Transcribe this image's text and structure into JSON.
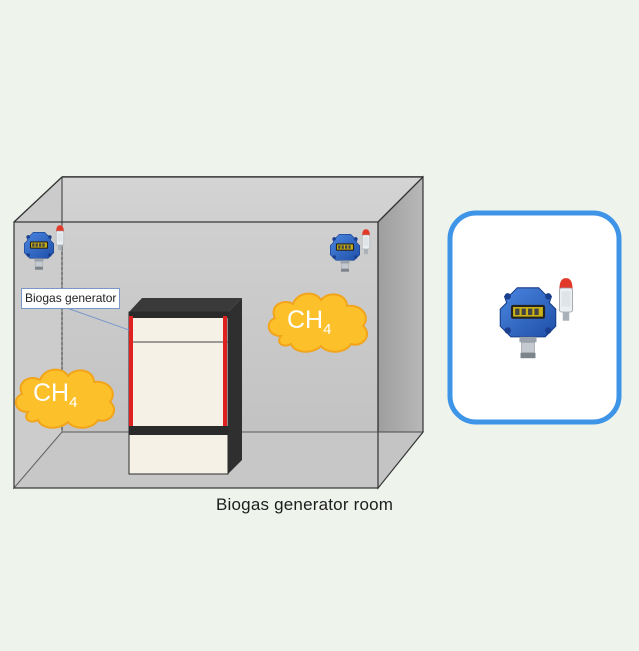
{
  "labels": {
    "generator_callout": "Biogas generator",
    "room_caption": "Biogas generator room",
    "gas_formula_base": "CH",
    "gas_formula_sub": "4"
  },
  "colors": {
    "background": "#eef3ec",
    "room_wall": "#c8c8c8",
    "cloud_fill": "#fcc12a",
    "cloud_stroke": "#f2a41a",
    "highlight_frame": "#3e95e8",
    "detector_body": "#2a63c4",
    "generator_accent": "#e02121"
  },
  "icons": [
    "gas-detector-icon",
    "alarm-beacon-icon",
    "gas-cloud-icon"
  ]
}
